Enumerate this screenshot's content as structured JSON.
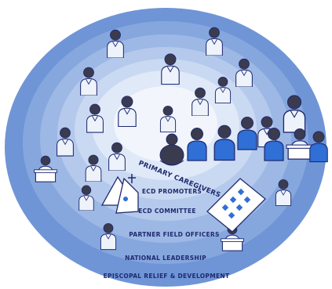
{
  "diagram": {
    "rings": [
      {
        "label": "EPISCOPAL RELIEF & DEVELOPMENT",
        "color": "#6f95d6"
      },
      {
        "label": "NATIONAL LEADERSHIP",
        "color": "#86a7de"
      },
      {
        "label": "PARTNER FIELD OFFICERS",
        "color": "#9db8e5"
      },
      {
        "label": "ECD COMMITTEE",
        "color": "#b4c9ec"
      },
      {
        "label": "ECD PROMOTERS",
        "color": "#cad9f2"
      },
      {
        "label": "PRIMARY CAREGIVERS",
        "color": "#e0e9f8"
      },
      {
        "label": "",
        "color": "#f2f6fc"
      }
    ],
    "colors": {
      "ink": "#1f2a6e",
      "skin": "#3b3b4f",
      "shirt_light": "#eef3fb",
      "accent_blue": "#2f6fd6",
      "accent_red": "#e2473b",
      "accent_pink": "#f19ab2"
    },
    "icons": [
      "caregiver-with-baby-icon",
      "church-icon",
      "clinic-building-icon",
      "bishop-icon",
      "person-at-podium-icon",
      "health-worker-icon"
    ]
  }
}
